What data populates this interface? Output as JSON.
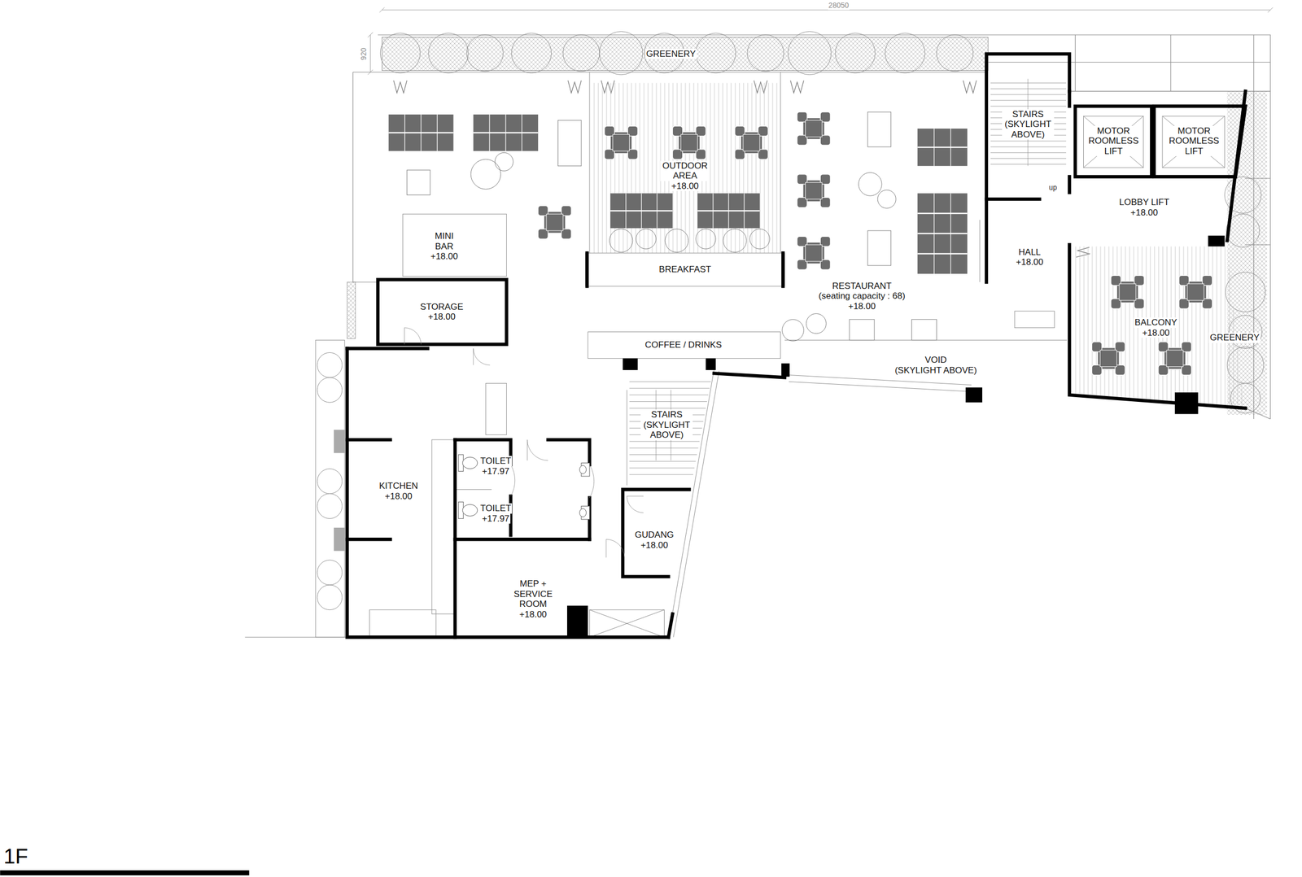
{
  "diagram": {
    "nodes": [
      {
        "text": [
          "GREENERY"
        ]
      },
      {
        "text": [
          "OUTDOOR AREA",
          "+18.00"
        ]
      },
      {
        "text": [
          "MINI BAR",
          "+18.00"
        ]
      },
      {
        "text": [
          "BREAKFAST"
        ]
      },
      {
        "text": [
          "RESTAURANT",
          "(seating capacity : 68)",
          "+18.00"
        ]
      },
      {
        "text": [
          "STAIRS (SKYLIGHT ABOVE)"
        ]
      },
      {
        "text": [
          "MOTOR ROOMLESS LIFT"
        ]
      },
      {
        "text": [
          "MOTOR ROOMLESS LIFT"
        ]
      },
      {
        "text": [
          "LOBBY LIFT",
          "+18.00"
        ]
      },
      {
        "text": [
          "HALL",
          "+18.00"
        ]
      },
      {
        "text": [
          "BALCONY",
          "+18.00"
        ]
      },
      {
        "text": [
          "GREENERY"
        ]
      },
      {
        "text": [
          "STORAGE",
          "+18.00"
        ]
      },
      {
        "text": [
          "COFFEE / DRINKS"
        ]
      },
      {
        "text": [
          "VOID",
          "(SKYLIGHT ABOVE)"
        ]
      },
      {
        "text": [
          "STAIRS (SKYLIGHT ABOVE)"
        ]
      },
      {
        "text": [
          "KITCHEN",
          "+18.00"
        ]
      },
      {
        "text": [
          "TOILET",
          "+17.97"
        ]
      },
      {
        "text": [
          "TOILET",
          "+17.97"
        ]
      },
      {
        "text": [
          "GUDANG",
          "+18.00"
        ]
      },
      {
        "text": [
          "MEP + SERVICE ROOM",
          "+18.00"
        ]
      }
    ],
    "labels": [
      "28050",
      "920",
      "up",
      "1F"
    ]
  }
}
